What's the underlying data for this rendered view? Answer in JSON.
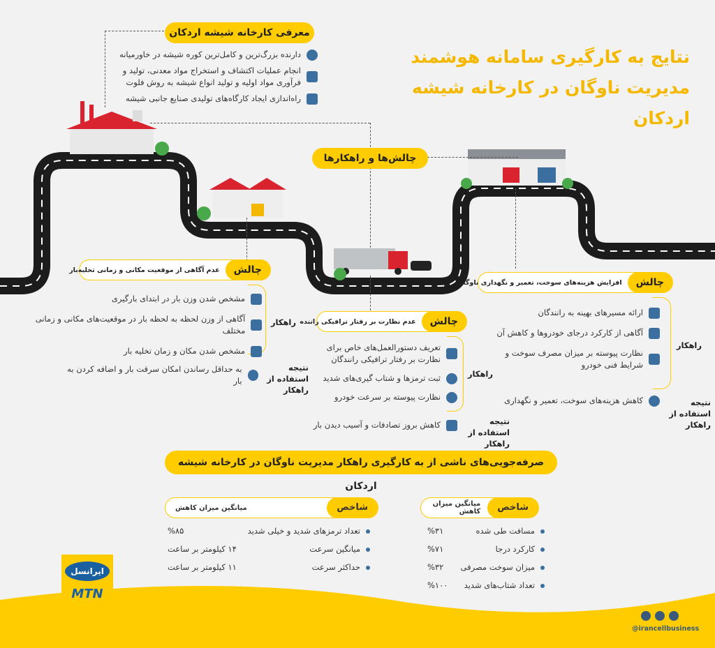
{
  "title": "نتایج به کارگیری سامانه هوشمند مدیریت ناوگان در کارخانه شیشه اردکان",
  "intro": {
    "header": "معرفی کارخانه شیشه اردکان",
    "items": [
      "دارنده بزرگ‌ترین و کامل‌ترین کوره شیشه در خاورمیانه",
      "انجام عملیات اکتشاف و استخراج مواد معدنی، تولید و فرآوری مواد اولیه و تولید انواع شیشه به روش فلوت",
      "راه‌اندازی ایجاد کارگاه‌های تولیدی صنایع جانبی شیشه"
    ]
  },
  "challenges_header": "چالش‌ها و راهکارها",
  "labels": {
    "chalesh": "چالش",
    "rahkar": "راهکار",
    "natije": "نتیجه استفاده از راهکار"
  },
  "ch1": {
    "text": "عدم آگاهی از موقعیت مکانی و زمانی تخلیه‌بار",
    "solutions": [
      "مشخص شدن وزن بار در ابتدای بارگیری",
      "آگاهی از وزن لحظه به لحظه بار در موقعیت‌های مکانی و زمانی مختلف",
      "مشخص شدن مکان و زمان تخلیه بار"
    ],
    "result": "به حداقل رساندن امکان سرقت بار و اضافه کردن به بار"
  },
  "ch2": {
    "text": "عدم نظارت بر رفتار ترافیکی راننده",
    "solutions": [
      "تعریف دستورالعمل‌های خاص برای نظارت بر رفتار ترافیکی رانندگان",
      "ثبت ترمزها و شتاب گیری‌های شدید",
      "نظارت پیوسته بر سرعت خودرو"
    ],
    "result": "کاهش بروز تصادفات و آسیب دیدن بار"
  },
  "ch3": {
    "text": "افزایش هزینه‌های سوخت، تعمیر و نگهداری ناوگان",
    "solutions": [
      "ارائه مسیرهای بهینه به رانندگان",
      "آگاهی از کارکرد درجای خودروها و کاهش آن",
      "نظارت پیوسته بر میزان مصرف سوخت و شرایط فنی خودرو"
    ],
    "result": "کاهش هزینه‌های سوخت، تعمیر و نگهداری"
  },
  "savings": {
    "header": "صرفه‌جویی‌های ناشی از به کارگیری راهکار مدیریت ناوگان در کارخانه شیشه اردکان",
    "tag": "شاخص",
    "col_header": "میانگین میزان کاهش",
    "right": [
      {
        "name": "مسافت طی شده",
        "value": "%۳۱"
      },
      {
        "name": "کارکرد درجا",
        "value": "%۷۱"
      },
      {
        "name": "میزان سوخت مصرفی",
        "value": "%۳۲"
      },
      {
        "name": "تعداد شتاب‌های شدید",
        "value": "%۱۰۰"
      }
    ],
    "left": [
      {
        "name": "تعداد ترمزهای شدید و خیلی شدید",
        "value": "%۸۵"
      },
      {
        "name": "میانگین سرعت",
        "value": "۱۴ کیلومتر بر ساعت"
      },
      {
        "name": "حداکثر سرعت",
        "value": "۱۱ کیلومتر بر ساعت"
      }
    ]
  },
  "brand": {
    "name": "ایرانسل",
    "mtn": "MTN",
    "handle": "@irancellbusiness"
  },
  "colors": {
    "yellow": "#ffcc00",
    "road": "#1c1c1c",
    "accent": "#3a6fa0"
  }
}
